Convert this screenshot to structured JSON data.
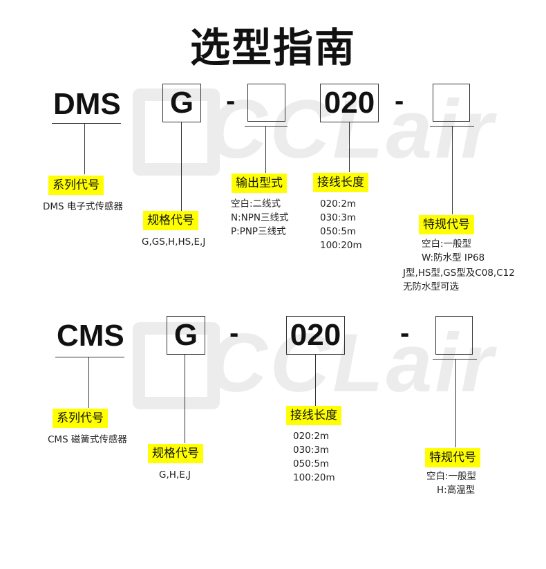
{
  "title": "选型指南",
  "watermark": "CCLair",
  "colors": {
    "highlight": "#ffff00",
    "line": "#333333",
    "watermark": "#ececec"
  },
  "section1": {
    "prefix": "DMS",
    "box1": "G",
    "dash1": "-",
    "box2": "",
    "box3": "020",
    "dash2": "-",
    "box4": "",
    "series": {
      "label": "系列代号",
      "lines": [
        "DMS 电子式传感器"
      ]
    },
    "spec": {
      "label": "规格代号",
      "lines": [
        "G,GS,H,HS,E,J"
      ]
    },
    "output": {
      "label": "输出型式",
      "lines": [
        "空白:二线式",
        "N:NPN三线式",
        "P:PNP三线式"
      ]
    },
    "cable": {
      "label": "接线长度",
      "lines": [
        "020:2m",
        "030:3m",
        "050:5m",
        "100:20m"
      ]
    },
    "special": {
      "label": "特规代号",
      "lines": [
        "空白:一般型",
        "W:防水型 IP68",
        "J型,HS型,GS型及C08,C12",
        "无防水型可选"
      ]
    }
  },
  "section2": {
    "prefix": "CMS",
    "box1": "G",
    "dash1": "-",
    "box3": "020",
    "dash2": "-",
    "box4": "",
    "series": {
      "label": "系列代号",
      "lines": [
        "CMS 磁簧式传感器"
      ]
    },
    "spec": {
      "label": "规格代号",
      "lines": [
        "G,H,E,J"
      ]
    },
    "cable": {
      "label": "接线长度",
      "lines": [
        "020:2m",
        "030:3m",
        "050:5m",
        "100:20m"
      ]
    },
    "special": {
      "label": "特规代号",
      "lines": [
        "空白:一般型",
        "H:高温型"
      ]
    }
  }
}
